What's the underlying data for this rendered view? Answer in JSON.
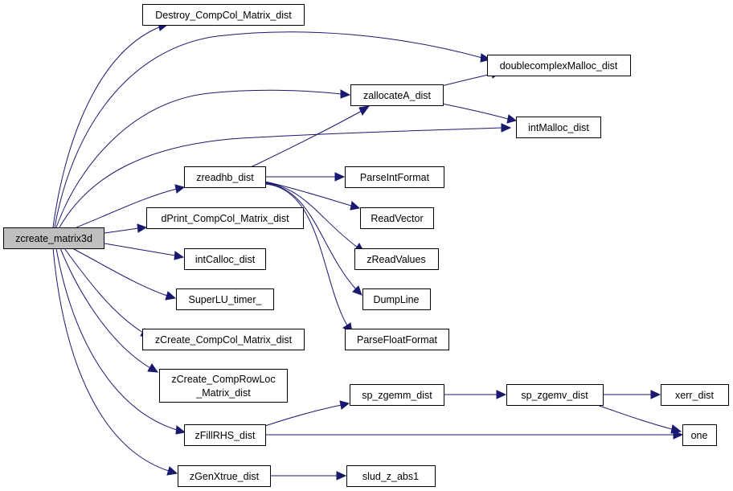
{
  "graph": {
    "edge_color": "#191970",
    "root_fill": "#bfbfbf",
    "nodes": {
      "root": "zcreate_matrix3d",
      "destroy": "Destroy_CompCol_Matrix_dist",
      "dcmalloc": "doublecomplexMalloc_dist",
      "zallocA": "zallocateA_dist",
      "intmalloc": "intMalloc_dist",
      "zreadhb": "zreadhb_dist",
      "parseint": "ParseIntFormat",
      "dprint": "dPrint_CompCol_Matrix_dist",
      "readvec": "ReadVector",
      "intcalloc": "intCalloc_dist",
      "zreadvals": "zReadValues",
      "timer": "SuperLU_timer_",
      "dumpline": "DumpLine",
      "zcreatecc": "zCreate_CompCol_Matrix_dist",
      "parsefloat": "ParseFloatFormat",
      "zcreaterl_1": "zCreate_CompRowLoc",
      "zcreaterl_2": "_Matrix_dist",
      "spzgemm": "sp_zgemm_dist",
      "spzgemv": "sp_zgemv_dist",
      "xerr": "xerr_dist",
      "zfillrhs": "zFillRHS_dist",
      "one": "one",
      "zgenx": "zGenXtrue_dist",
      "sluabs": "slud_z_abs1"
    }
  }
}
